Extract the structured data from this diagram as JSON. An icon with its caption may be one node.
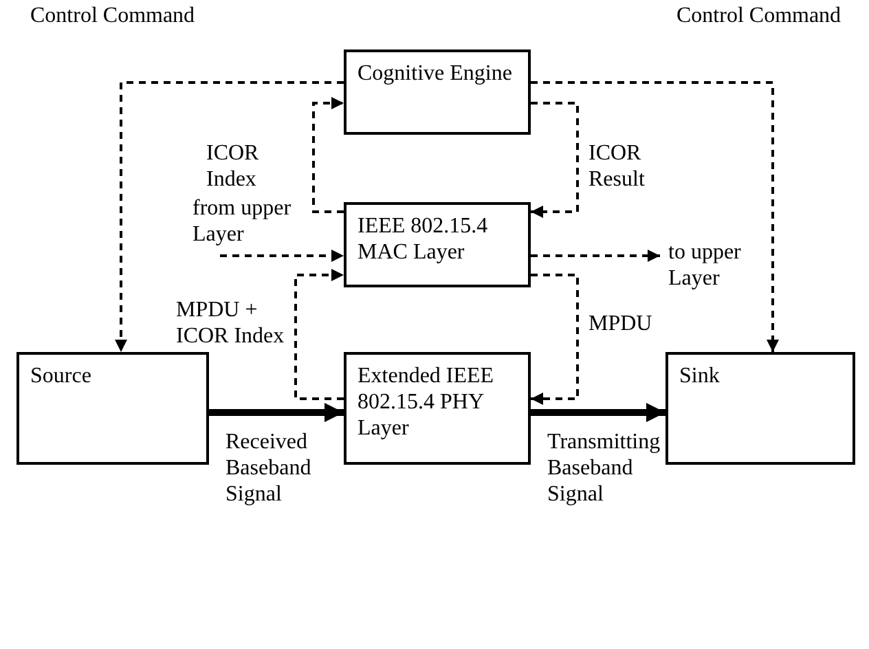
{
  "diagram": {
    "nodes": [
      {
        "text": [
          "Cognitive Engine"
        ]
      },
      {
        "text": [
          "IEEE 802.15.4 MAC Layer"
        ]
      },
      {
        "text": [
          "Extended IEEE 802.15.4 PHY Layer"
        ]
      },
      {
        "text": [
          "Source"
        ]
      },
      {
        "text": [
          "Sink"
        ]
      }
    ],
    "edges": [
      {
        "from": 0,
        "to": 3,
        "arrow": "to",
        "style": "dashed",
        "label": "Control Command"
      },
      {
        "from": 0,
        "to": 4,
        "arrow": "to",
        "style": "dashed",
        "label": "Control Command"
      },
      {
        "from": 1,
        "to": 0,
        "arrow": "to",
        "style": "dashed",
        "label": "ICOR Index"
      },
      {
        "from": 0,
        "to": 1,
        "arrow": "to",
        "style": "dashed",
        "label": "ICOR Result"
      },
      {
        "from": null,
        "to": 1,
        "arrow": "to",
        "style": "dashed",
        "label": "from upper Layer"
      },
      {
        "from": 1,
        "to": null,
        "arrow": "to",
        "style": "dashed",
        "label": "to upper Layer"
      },
      {
        "from": 2,
        "to": 1,
        "arrow": "to",
        "style": "dashed",
        "label": "MPDU + ICOR Index"
      },
      {
        "from": 1,
        "to": 2,
        "arrow": "to",
        "style": "dashed",
        "label": "MPDU"
      },
      {
        "from": 3,
        "to": 2,
        "arrow": "to",
        "style": "thick",
        "label": "Received Baseband Signal"
      },
      {
        "from": 2,
        "to": 4,
        "arrow": "to",
        "style": "thick",
        "label": "Transmitting Baseband Signal"
      }
    ]
  }
}
